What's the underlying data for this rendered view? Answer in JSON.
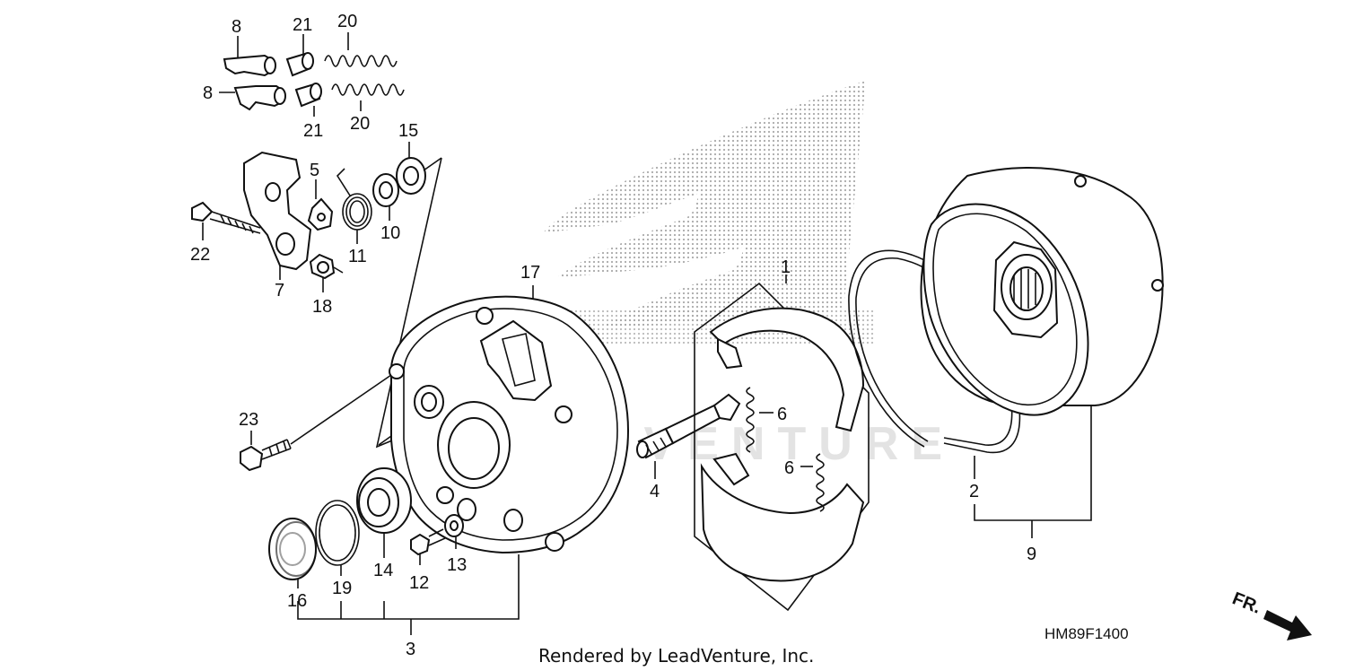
{
  "diagram": {
    "drawing_code": "HM89F1400",
    "credit": "Rendered by LeadVenture, Inc.",
    "direction_marker": "FR.",
    "watermark_line_1": "LEADVENTURE",
    "callouts": {
      "c1": "1",
      "c2": "2",
      "c3": "3",
      "c4": "4",
      "c5": "5",
      "c6a": "6",
      "c6b": "6",
      "c7": "7",
      "c8a": "8",
      "c8b": "8",
      "c9": "9",
      "c10": "10",
      "c11": "11",
      "c12": "12",
      "c13": "13",
      "c14": "14",
      "c15": "15",
      "c16": "16",
      "c17": "17",
      "c18": "18",
      "c19": "19",
      "c20a": "20",
      "c20b": "20",
      "c21a": "21",
      "c21b": "21",
      "c22": "22",
      "c23": "23"
    }
  }
}
